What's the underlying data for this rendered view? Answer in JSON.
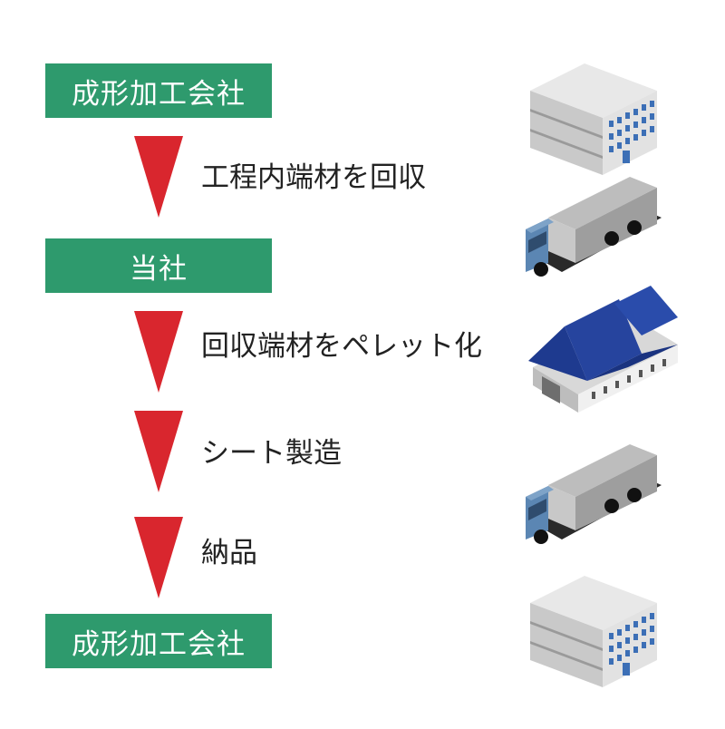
{
  "steps": [
    {
      "label": "成形加工会社"
    },
    {
      "label": "当社"
    },
    {
      "label": "成形加工会社"
    }
  ],
  "arrows": [
    {
      "label": "工程内端材を回収"
    },
    {
      "label": "回収端材をペレット化"
    },
    {
      "label": "シート製造"
    },
    {
      "label": "納品"
    }
  ],
  "colors": {
    "box": "#2e9a6d",
    "arrow": "#d9262e",
    "roof": "#1e3a8f",
    "truck_cab": "#5b86b3",
    "window": "#3c6fb6"
  },
  "icons": [
    "office-building-icon",
    "truck-icon",
    "factory-icon",
    "truck-icon",
    "office-building-icon"
  ]
}
